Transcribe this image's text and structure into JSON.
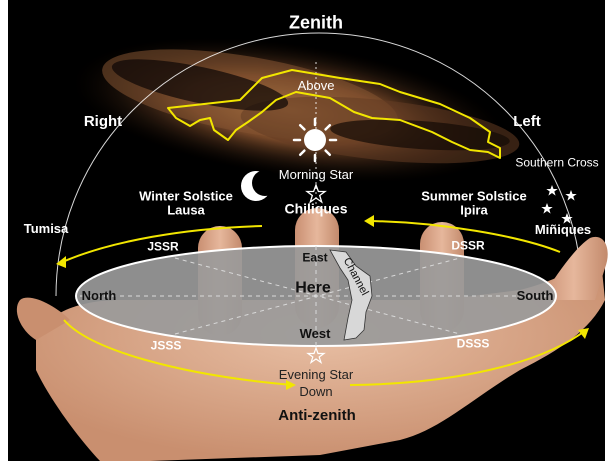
{
  "labels": {
    "zenith": "Zenith",
    "above": "Above",
    "right": "Right",
    "left": "Left",
    "southern_cross": "Southern Cross",
    "morning_star": "Morning Star",
    "chiliques": "Chiliques",
    "winter_solstice": "Winter Solstice",
    "lausa": "Lausa",
    "summer_solstice": "Summer Solstice",
    "ipira": "Ipira",
    "tumisa": "Tumisa",
    "miniques": "Miñiques",
    "jssr": "JSSR",
    "dssr": "DSSR",
    "east": "East",
    "channel": "Channel",
    "north": "North",
    "here": "Here",
    "south": "South",
    "west": "West",
    "jsss": "JSSS",
    "dsss": "DSSS",
    "evening_star": "Evening Star",
    "down": "Down",
    "anti_zenith": "Anti-zenith"
  },
  "icons": {
    "sun": "sun-icon",
    "moon": "crescent-moon-icon",
    "star": "star-icon"
  },
  "colors": {
    "background": "#000000",
    "constellation_outline": "#f2e600",
    "path_arrows": "#f2e600",
    "horizon_disc": "#9a9a9a",
    "channel_fill": "#d8d8d8",
    "skin": "#d9a88a"
  }
}
